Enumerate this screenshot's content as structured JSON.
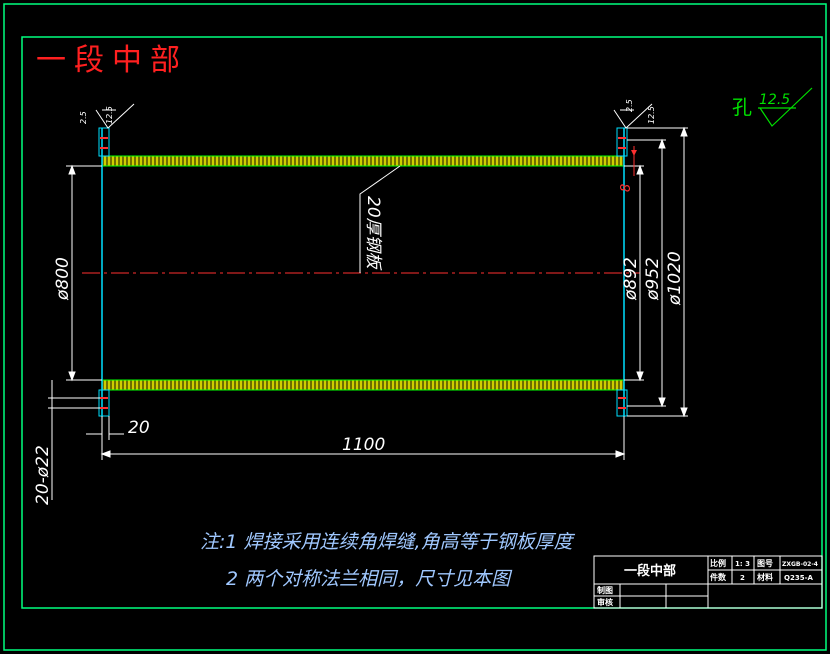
{
  "drawing": {
    "title_stamp": "一段中部",
    "hole_label": "孔",
    "hole_roughness": "12.5",
    "flange_roughness_left": "12.5",
    "flange_roughness_right": "12.5",
    "roughness_prefix_left": "2.5",
    "roughness_prefix_right": "2.5"
  },
  "dimensions": {
    "overall_length": "1100",
    "flange_thickness": "20",
    "inner_diameter": "ø800",
    "bolt_circle_inner": "ø892",
    "bolt_circle": "ø952",
    "outer_diameter": "ø1020",
    "wall_thickness_label": "20厚钢板",
    "bolt_holes": "20-ø22",
    "gap": "8"
  },
  "notes": {
    "line1": "注:1 焊接采用连续角焊缝,角高等于钢板厚度",
    "line2": "2 两个对称法兰相同，尺寸见本图"
  },
  "title_block": {
    "part_name": "一段中部",
    "scale_label": "比例",
    "scale_value": "1: 3",
    "drawing_no_label": "图号",
    "drawing_no_value": "ZXGB-02-4",
    "qty_label": "件数",
    "qty_value": "2",
    "material_label": "材料",
    "material_value": "Q235-A",
    "drawn_label": "制图",
    "checked_label": "审核"
  },
  "colors": {
    "frame": "#00ff7f",
    "stamp": "#ff2020",
    "center_line": "#ff3030",
    "tube_fill": "#c8c800",
    "tube_edge": "#00ff00",
    "outline": "#00e0ff",
    "dim_text": "#ffffff",
    "note_text": "#a0c8ff",
    "hole_mark": "#00e000"
  }
}
